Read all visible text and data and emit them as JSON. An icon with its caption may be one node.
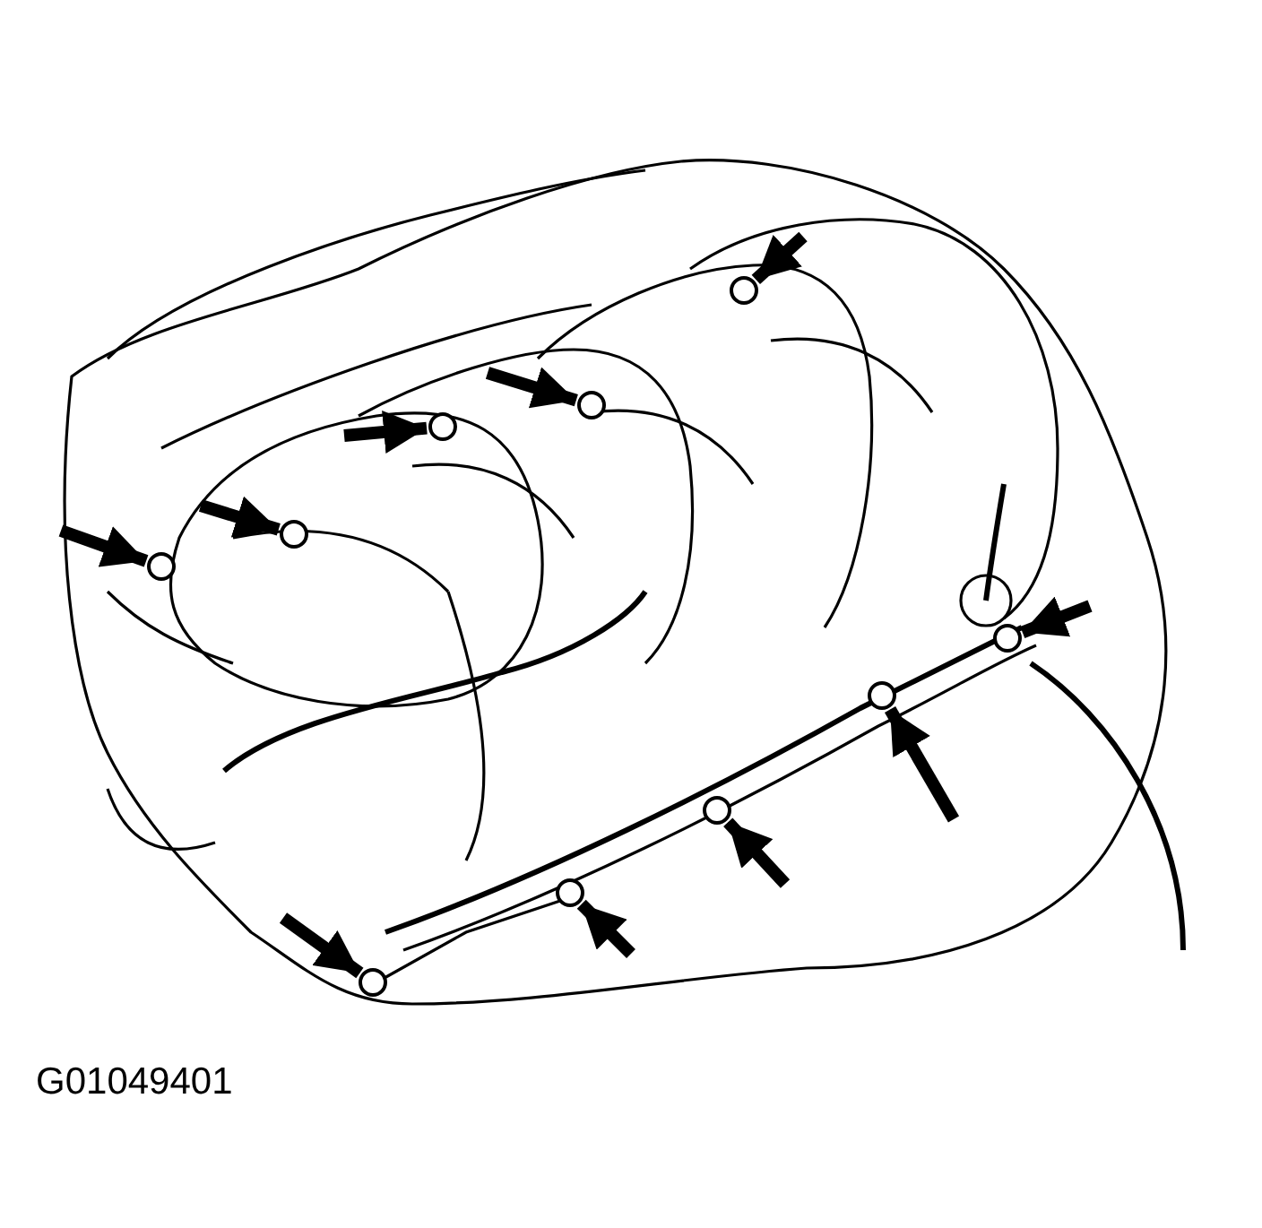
{
  "diagram": {
    "nodes": [
      {
        "text": [],
        "shape": "circle"
      },
      {
        "text": [],
        "shape": "circle"
      },
      {
        "text": [],
        "shape": "circle"
      },
      {
        "text": [],
        "shape": "circle"
      },
      {
        "text": [],
        "shape": "circle"
      },
      {
        "text": [],
        "shape": "circle"
      },
      {
        "text": [],
        "shape": "circle"
      },
      {
        "text": [],
        "shape": "circle"
      },
      {
        "text": [],
        "shape": "circle"
      },
      {
        "text": [],
        "shape": "circle"
      }
    ],
    "edges": [
      {
        "from": null,
        "to": 0,
        "arrow": "to"
      },
      {
        "from": null,
        "to": 1,
        "arrow": "to"
      },
      {
        "from": null,
        "to": 2,
        "arrow": "to"
      },
      {
        "from": null,
        "to": 3,
        "arrow": "to"
      },
      {
        "from": null,
        "to": 4,
        "arrow": "to"
      },
      {
        "from": null,
        "to": 5,
        "arrow": "to"
      },
      {
        "from": null,
        "to": 6,
        "arrow": "to"
      },
      {
        "from": null,
        "to": 7,
        "arrow": "to"
      },
      {
        "from": null,
        "to": 8,
        "arrow": "to"
      },
      {
        "from": null,
        "to": 9,
        "arrow": "to"
      }
    ],
    "labels": [
      "G01049401"
    ]
  }
}
